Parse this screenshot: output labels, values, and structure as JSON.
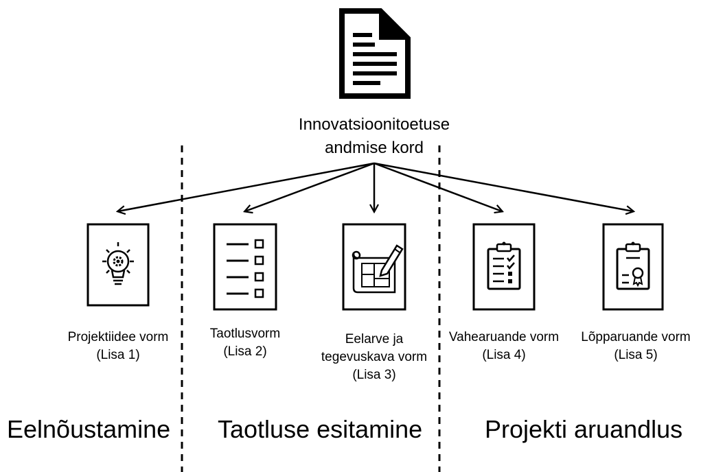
{
  "title": {
    "line1": "Innovatsioonitoetuse",
    "line2": "andmise kord"
  },
  "forms": [
    {
      "icon": "lightbulb-gear-icon",
      "line1": "Projektiidee vorm",
      "line2": "(Lisa 1)"
    },
    {
      "icon": "checklist-icon",
      "line1": "Taotlusvorm",
      "line2": "(Lisa 2)"
    },
    {
      "icon": "blueprint-pencil-icon",
      "line1": "Eelarve ja",
      "line2": "tegevuskava vorm",
      "line3": "(Lisa 3)"
    },
    {
      "icon": "clipboard-checklist-icon",
      "line1": "Vahearuande vorm",
      "line2": "(Lisa 4)"
    },
    {
      "icon": "clipboard-certificate-icon",
      "line1": "Lõpparuande vorm",
      "line2": "(Lisa 5)"
    }
  ],
  "phases": [
    "Eelnõustamine",
    "Taotluse esitamine",
    "Projekti aruandlus"
  ]
}
